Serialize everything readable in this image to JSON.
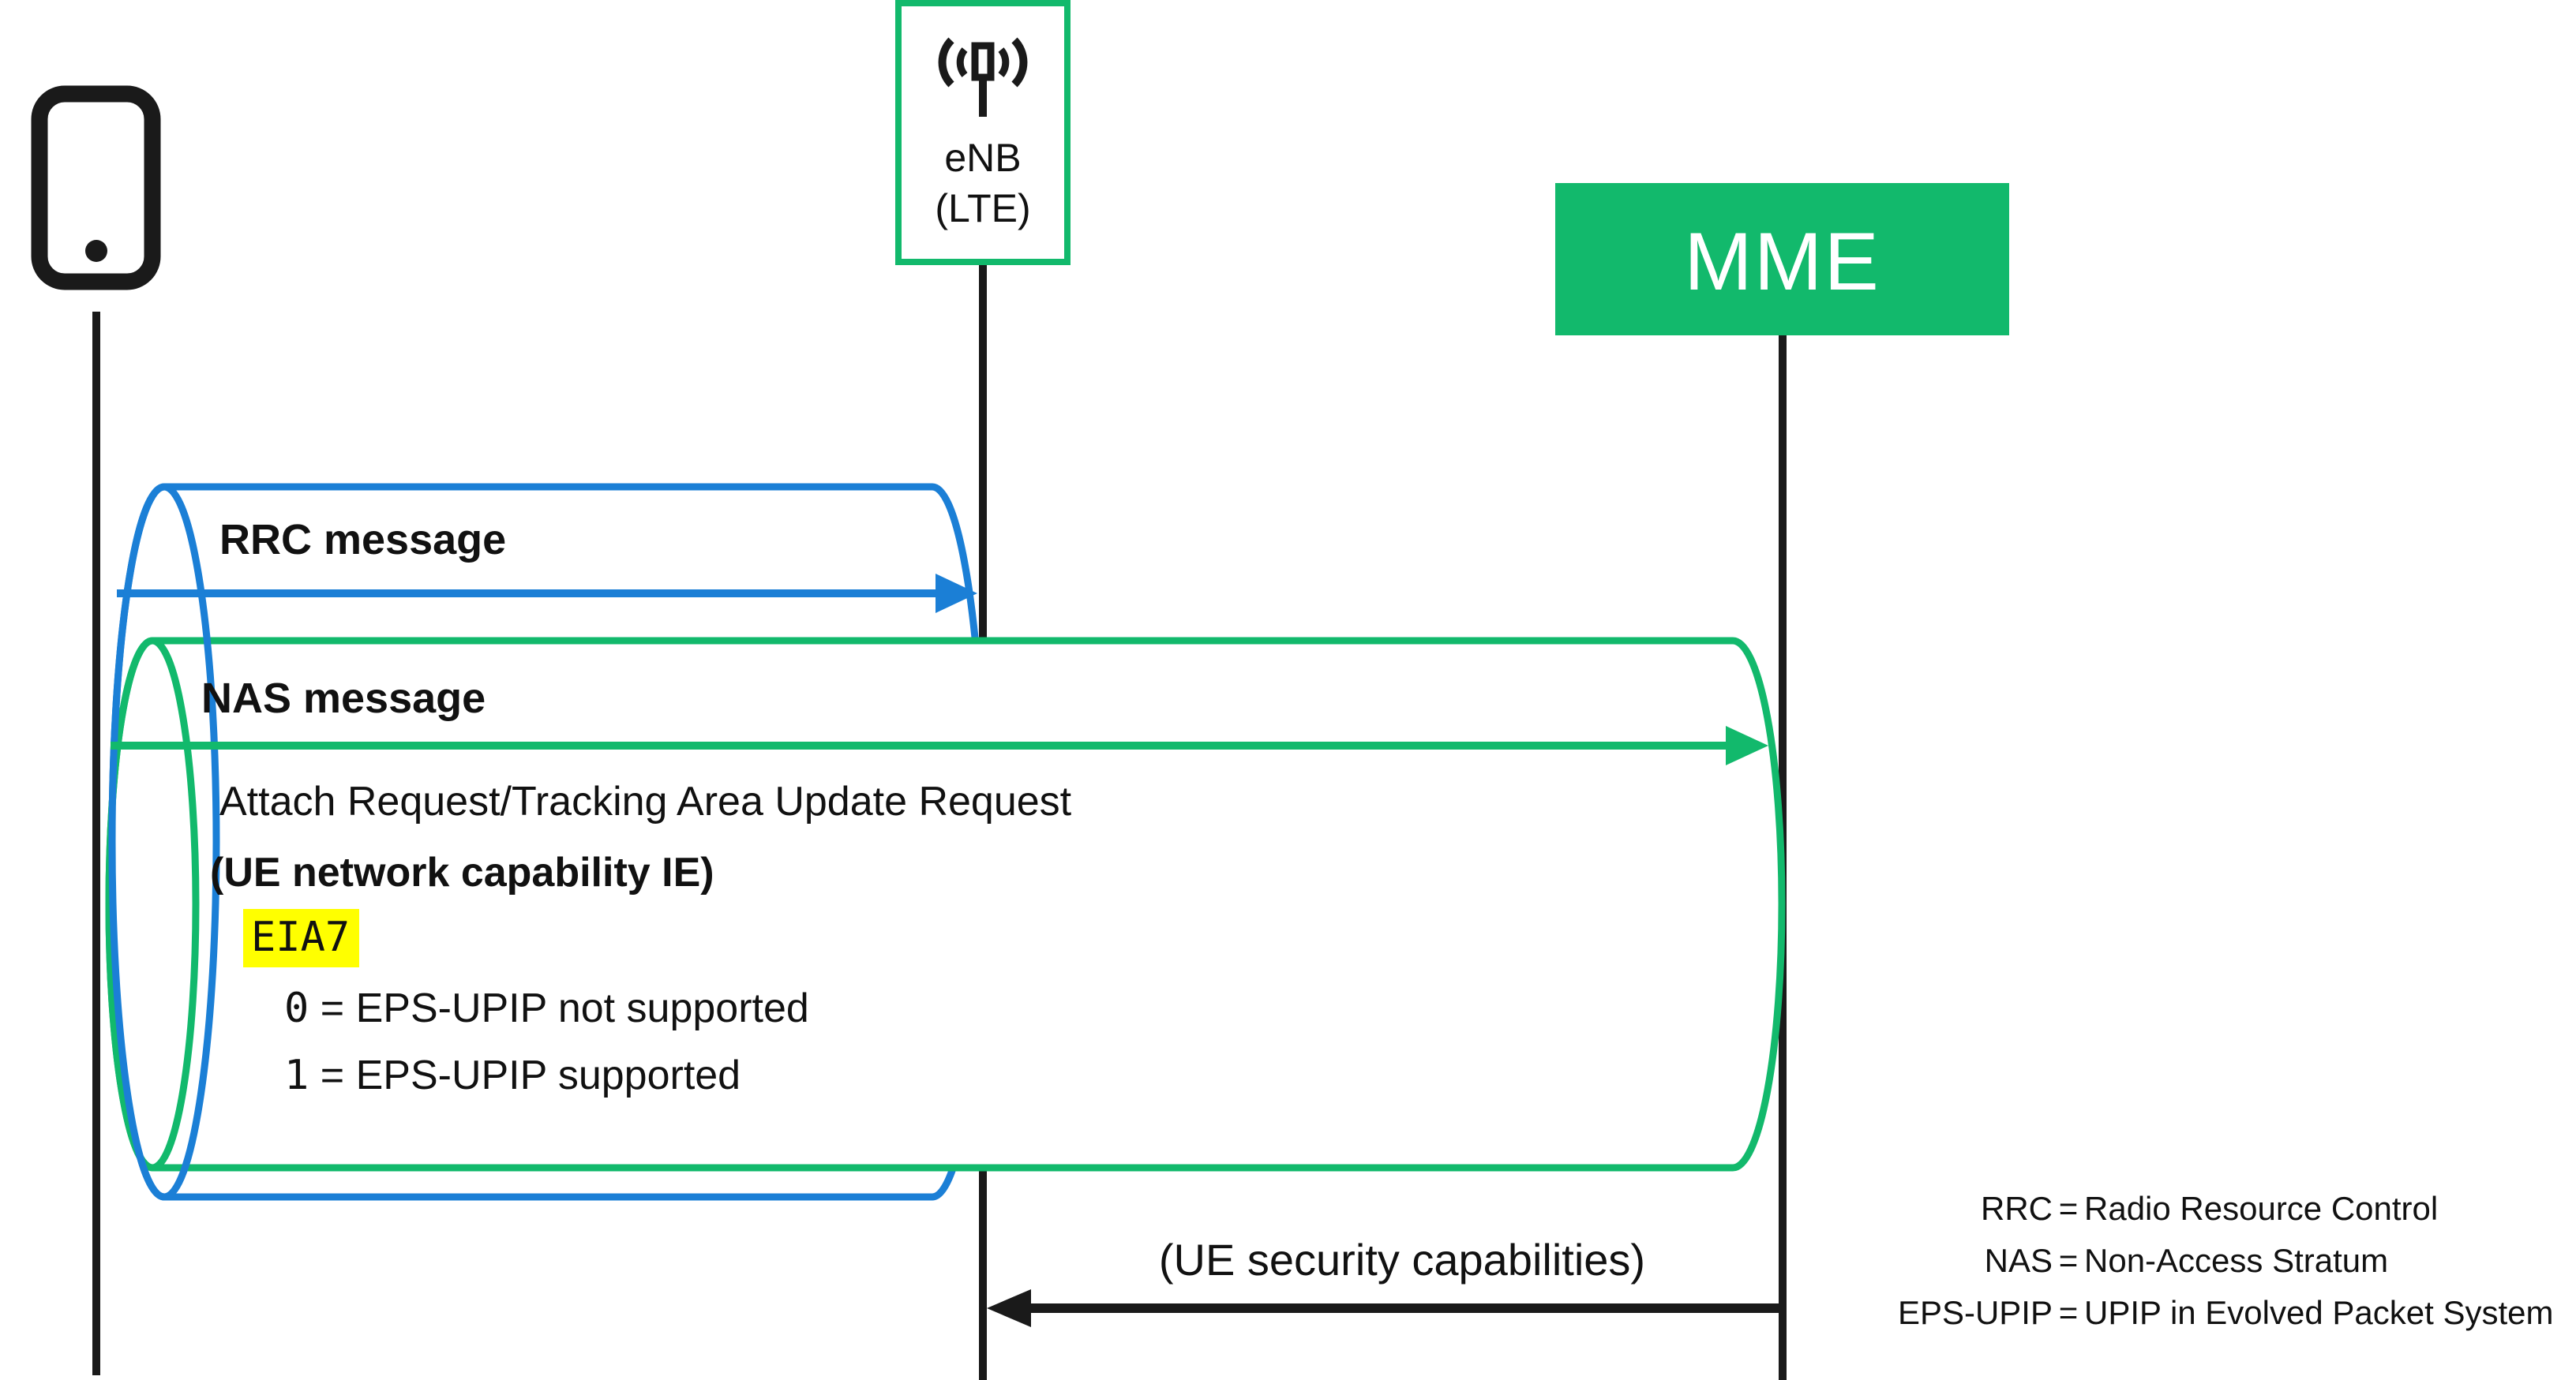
{
  "actors": {
    "ue": {
      "icon": "smartphone-icon"
    },
    "enb": {
      "name": "eNB",
      "tech": "(LTE)",
      "icon": "cell-tower-icon"
    },
    "mme": {
      "name": "MME"
    }
  },
  "messages": {
    "rrc": {
      "title": "RRC message"
    },
    "nas": {
      "title": "NAS message",
      "body_line1": "Attach Request/Tracking Area Update Request",
      "body_line2": "(UE network capability IE)",
      "highlight": "EIA7",
      "option0_value": "0",
      "option0_text": " = EPS-UPIP not supported",
      "option1_value": "1",
      "option1_text": " = EPS-UPIP supported"
    },
    "security": {
      "label": "(UE security capabilities)"
    }
  },
  "legend": {
    "rows": [
      {
        "abbr": "RRC",
        "eq": "=",
        "definition": "Radio Resource Control"
      },
      {
        "abbr": "NAS",
        "eq": "=",
        "definition": "Non-Access Stratum"
      },
      {
        "abbr": "EPS-UPIP",
        "eq": "=",
        "definition": "UPIP in Evolved Packet System"
      }
    ]
  },
  "colors": {
    "green": "#12b96c",
    "blue": "#1b7fd6",
    "ink": "#1a1a1a",
    "highlight": "#ffff00",
    "text": "#111111"
  }
}
